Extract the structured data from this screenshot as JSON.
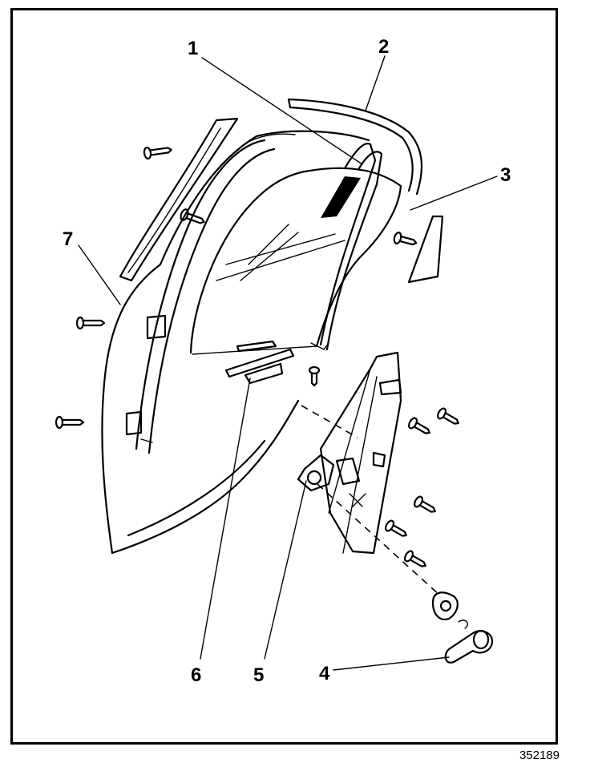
{
  "callouts": [
    {
      "id": "1",
      "text": "1"
    },
    {
      "id": "2",
      "text": "2"
    },
    {
      "id": "3",
      "text": "3"
    },
    {
      "id": "4",
      "text": "4"
    },
    {
      "id": "5",
      "text": "5"
    },
    {
      "id": "6",
      "text": "6"
    },
    {
      "id": "7",
      "text": "7"
    }
  ],
  "figure_number": "352189",
  "colors": {
    "line": "#000000",
    "background": "#ffffff"
  }
}
